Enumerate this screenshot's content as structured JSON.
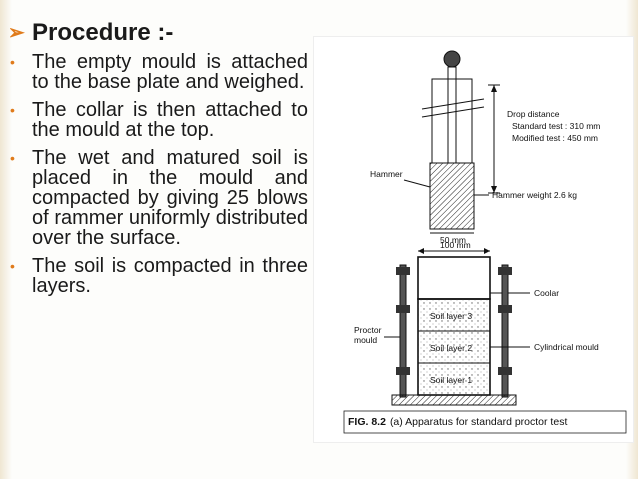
{
  "heading": "Procedure :-",
  "bullets": [
    "The empty mould is attached to the base plate and weighed.",
    "The collar is then attached to the mould at the top.",
    "The wet and matured soil is placed in the mould and compacted by giving 25 blows of rammer uniformly distributed over the surface.",
    "The soil is compacted in three layers."
  ],
  "figure": {
    "labels": {
      "drop_distance": "Drop distance",
      "standard_test": "Standard test : 310  mm",
      "modified_test": "Modified test : 450 mm",
      "hammer": "Hammer",
      "hammer_weight": "Hammer weight 2.6 kg",
      "dim_50": "50 mm",
      "dim_100": "100 mm",
      "coolar": "Coolar",
      "proctor": "Proctor",
      "mould": "mould",
      "cylindrical_mould": "Cylindrical mould",
      "soil_layer_3": "Soil layer 3",
      "soil_layer_2": "Soil layer 2",
      "soil_layer_1": "Soil layer 1"
    },
    "caption_fig": "FIG. 8.2",
    "caption_text": "(a) Apparatus for standard proctor test"
  },
  "colors": {
    "bullet": "#e07b1b",
    "text": "#1a1a1a",
    "background": "#fdfdfb"
  }
}
